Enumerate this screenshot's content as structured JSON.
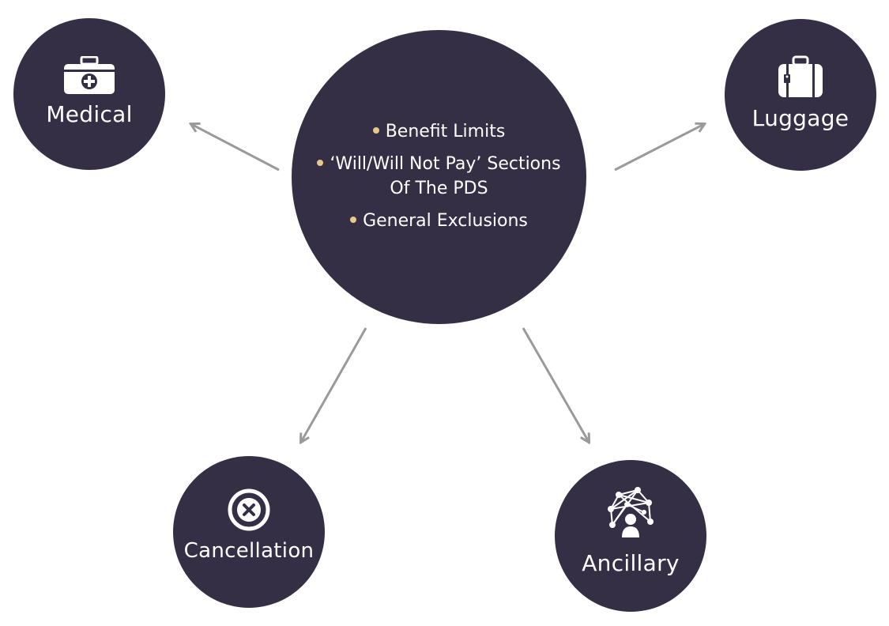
{
  "center": {
    "bullets": [
      "Benefit Limits",
      "‘Will/Will Not Pay’ Sections Of The PDS",
      "General Exclusions"
    ]
  },
  "nodes": {
    "medical": {
      "label": "Medical",
      "icon": "first-aid-kit-icon"
    },
    "luggage": {
      "label": "Luggage",
      "icon": "suitcase-icon"
    },
    "cancellation": {
      "label": "Cancellation",
      "icon": "cancel-x-icon"
    },
    "ancillary": {
      "label": "Ancillary",
      "icon": "network-person-icon"
    }
  },
  "colors": {
    "circle": "#352f45",
    "bullet_dot": "#e9c98a",
    "arrow": "#9a9a9a",
    "text": "#ffffff"
  }
}
